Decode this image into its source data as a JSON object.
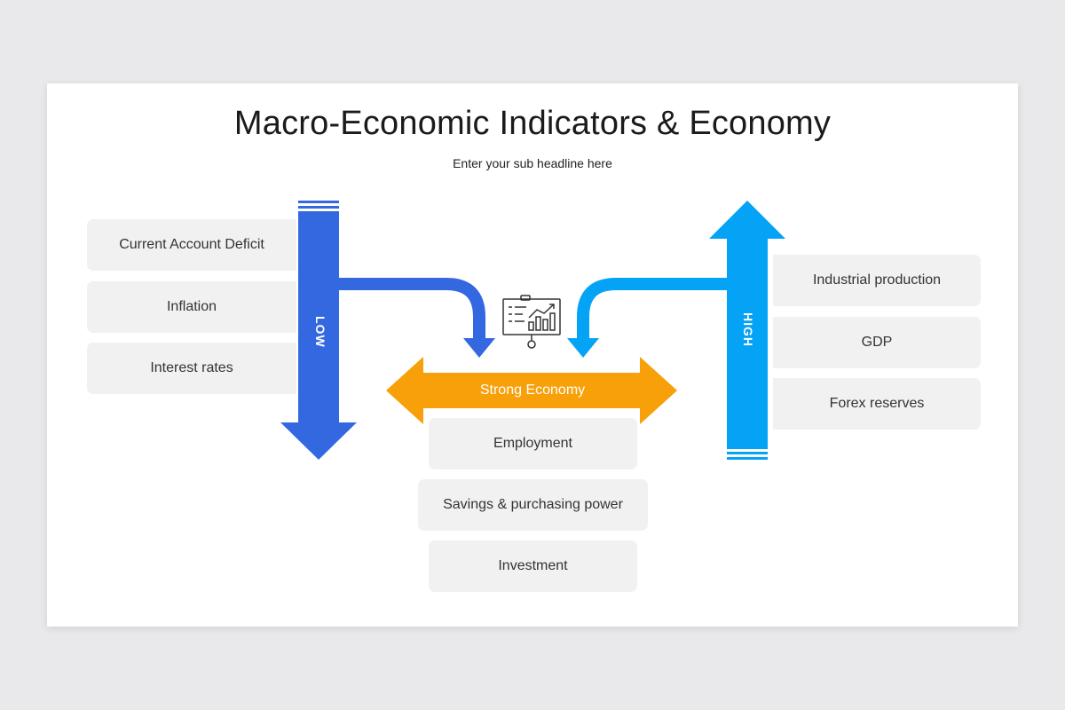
{
  "title": "Macro-Economic Indicators & Economy",
  "subtitle": "Enter your sub headline here",
  "low": {
    "label": "LOW",
    "color": "#3468e0",
    "items": [
      "Current Account Deficit",
      "Inflation",
      "Interest rates"
    ]
  },
  "high": {
    "label": "HIGH",
    "color": "#04a3f5",
    "items": [
      "Industrial production",
      "GDP",
      "Forex reserves"
    ]
  },
  "center": {
    "label": "Strong Economy",
    "color": "#f7a009",
    "items": [
      "Employment",
      "Savings & purchasing power",
      "Investment"
    ]
  },
  "icon": "presentation-chart-icon"
}
